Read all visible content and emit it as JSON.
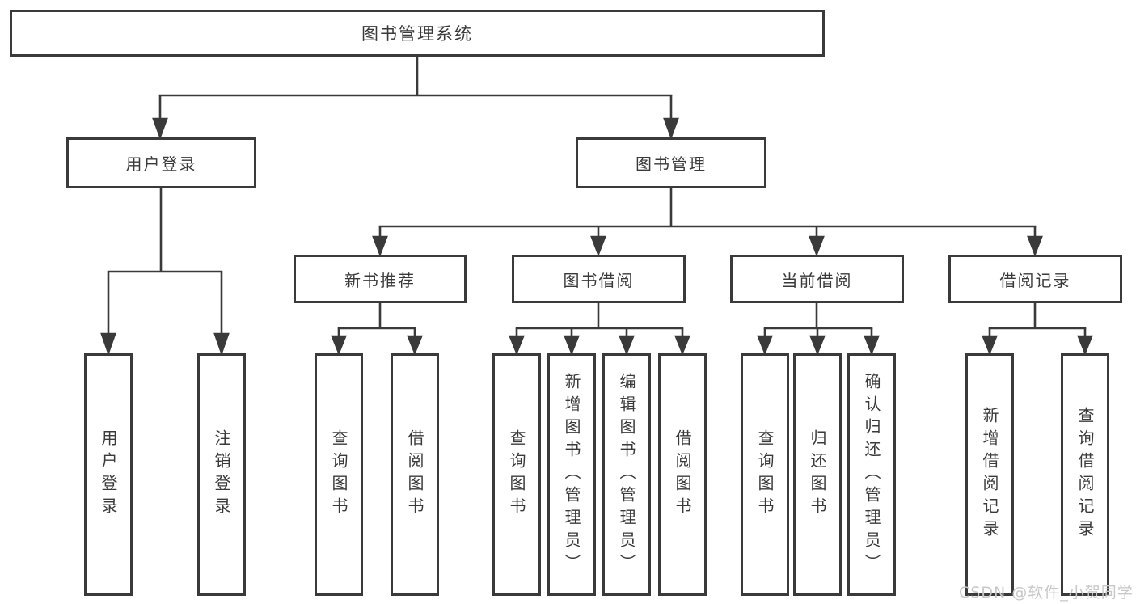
{
  "colors": {
    "line": "#3a3a3a",
    "text": "#3a3a3a",
    "background": "#ffffff",
    "watermark": "#c8c8c8"
  },
  "watermark": {
    "text": "CSDN @软件_小贺同学"
  },
  "tree": {
    "root": {
      "label": "图书管理系统"
    },
    "branches": [
      {
        "label": "用户登录",
        "leaves": [
          {
            "label": "用户登录"
          },
          {
            "label": "注销登录"
          }
        ]
      },
      {
        "label": "图书管理",
        "groups": [
          {
            "label": "新书推荐",
            "leaves": [
              {
                "label": "查询图书"
              },
              {
                "label": "借阅图书"
              }
            ]
          },
          {
            "label": "图书借阅",
            "leaves": [
              {
                "label": "查询图书"
              },
              {
                "label": "新增图书（管理员）"
              },
              {
                "label": "编辑图书（管理员）"
              },
              {
                "label": "借阅图书"
              }
            ]
          },
          {
            "label": "当前借阅",
            "leaves": [
              {
                "label": "查询图书"
              },
              {
                "label": "归还图书"
              },
              {
                "label": "确认归还（管理员）"
              }
            ]
          },
          {
            "label": "借阅记录",
            "leaves": [
              {
                "label": "新增借阅记录"
              },
              {
                "label": "查询借阅记录"
              }
            ]
          }
        ]
      }
    ]
  }
}
